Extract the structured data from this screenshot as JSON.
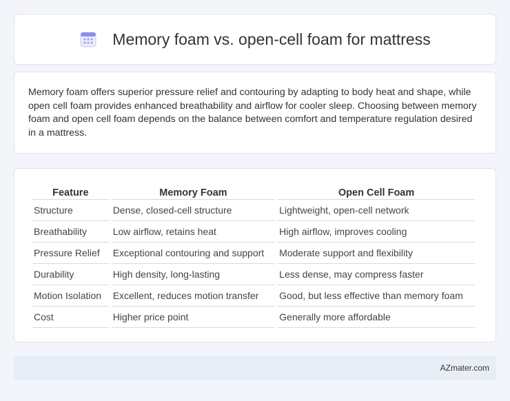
{
  "header": {
    "title": "Memory foam vs. open-cell foam for mattress",
    "icon": "calendar-icon"
  },
  "summary": {
    "text": "Memory foam offers superior pressure relief and contouring by adapting to body heat and shape, while open cell foam provides enhanced breathability and airflow for cooler sleep. Choosing between memory foam and open cell foam depends on the balance between comfort and temperature regulation desired in a mattress."
  },
  "table": {
    "headers": [
      "Feature",
      "Memory Foam",
      "Open Cell Foam"
    ],
    "rows": [
      [
        "Structure",
        "Dense, closed-cell structure",
        "Lightweight, open-cell network"
      ],
      [
        "Breathability",
        "Low airflow, retains heat",
        "High airflow, improves cooling"
      ],
      [
        "Pressure Relief",
        "Exceptional contouring and support",
        "Moderate support and flexibility"
      ],
      [
        "Durability",
        "High density, long-lasting",
        "Less dense, may compress faster"
      ],
      [
        "Motion Isolation",
        "Excellent, reduces motion transfer",
        "Good, but less effective than memory foam"
      ],
      [
        "Cost",
        "Higher price point",
        "Generally more affordable"
      ]
    ]
  },
  "footer": {
    "source": "AZmater.com"
  },
  "colors": {
    "background": "#f3f5fa",
    "footer_bg": "#e8eef7",
    "icon_accent": "#7b83e8"
  }
}
